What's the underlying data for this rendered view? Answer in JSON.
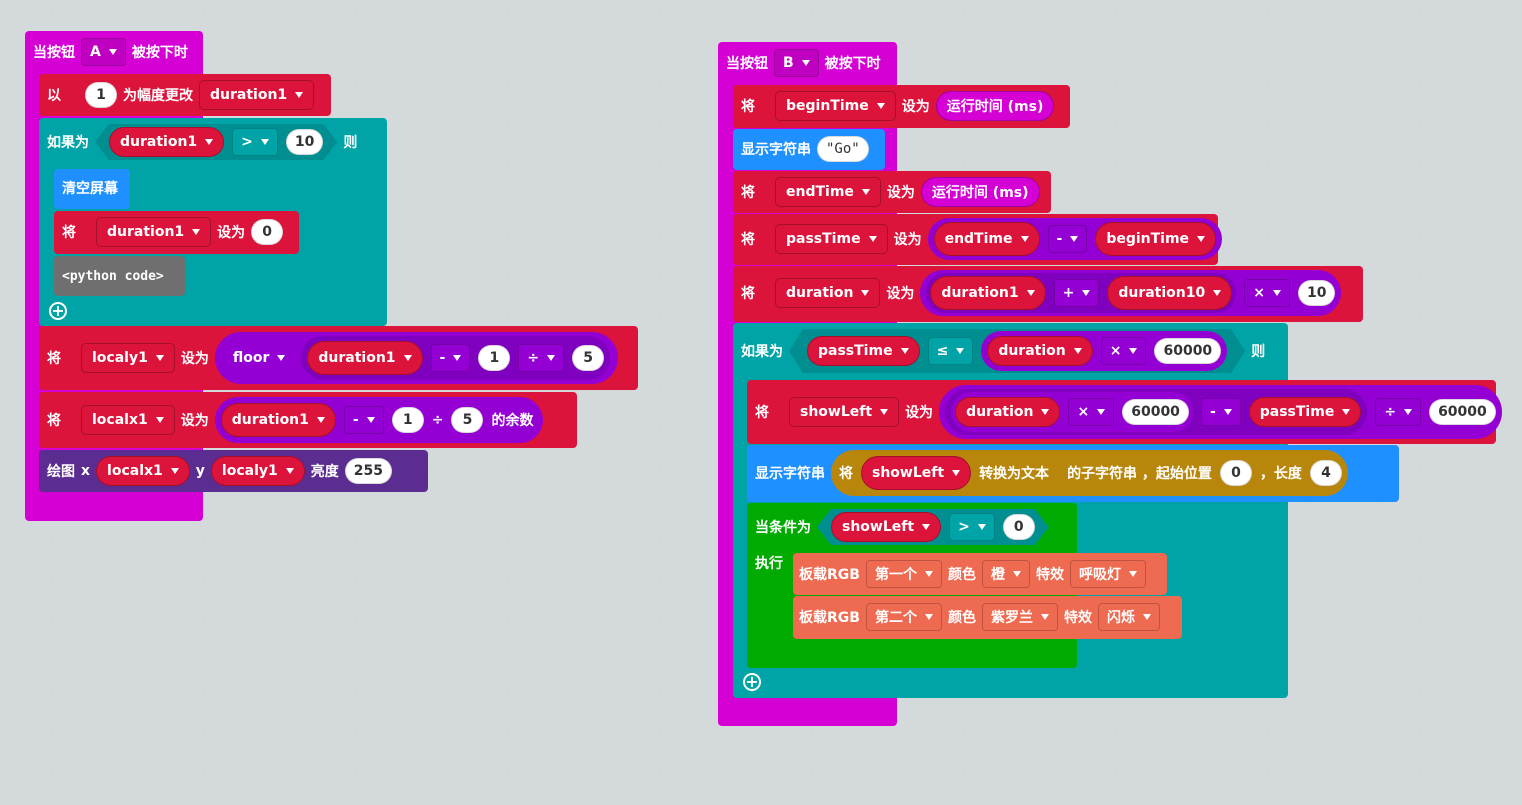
{
  "colors": {
    "event": "#d400d4",
    "variables": "#dc143c",
    "logic": "#00a4a6",
    "basic": "#1e90ff",
    "math": "#9400d3",
    "led": "#5c2d91",
    "advanced": "#6f6f6f",
    "text": "#b8860b",
    "loops": "#00aa00",
    "rgb": "#ee6a50"
  },
  "stack_a": {
    "hat_prefix": "当按钮",
    "button": "A",
    "hat_suffix": "被按下时",
    "change": {
      "kw": "以",
      "amount": "1",
      "mid": "为幅度更改",
      "var": "duration1"
    },
    "if": {
      "kw": "如果为",
      "var": "duration1",
      "op": ">",
      "value": "10",
      "then": "则",
      "clear": "清空屏幕",
      "set": {
        "kw": "将",
        "var": "duration1",
        "mid": "设为",
        "value": "0"
      },
      "python": "<python code>"
    },
    "set_y": {
      "kw": "将",
      "var": "localy1",
      "mid": "设为",
      "fn": "floor",
      "a": "duration1",
      "op1": "-",
      "b": "1",
      "op2": "÷",
      "c": "5"
    },
    "set_x": {
      "kw": "将",
      "var": "localx1",
      "mid": "设为",
      "a": "duration1",
      "op1": "-",
      "b": "1",
      "op2": "÷",
      "c": "5",
      "tail": "的余数"
    },
    "plot": {
      "kw": "绘图",
      "xk": "x",
      "x": "localx1",
      "yk": "y",
      "y": "localy1",
      "bk": "亮度",
      "b": "255"
    }
  },
  "stack_b": {
    "hat_prefix": "当按钮",
    "button": "B",
    "hat_suffix": "被按下时",
    "set_begin": {
      "kw": "将",
      "var": "beginTime",
      "mid": "设为",
      "value": "运行时间 (ms)"
    },
    "show_go": {
      "kw": "显示字符串",
      "value": "\"Go\""
    },
    "set_end": {
      "kw": "将",
      "var": "endTime",
      "mid": "设为",
      "value": "运行时间 (ms)"
    },
    "set_pass": {
      "kw": "将",
      "var": "passTime",
      "mid": "设为",
      "a": "endTime",
      "op": "-",
      "b": "beginTime"
    },
    "set_dur": {
      "kw": "将",
      "var": "duration",
      "mid": "设为",
      "a": "duration1",
      "op1": "+",
      "b": "duration10",
      "op2": "×",
      "c": "10"
    },
    "if": {
      "kw": "如果为",
      "a": "passTime",
      "op": "≤",
      "b": "duration",
      "op2": "×",
      "c": "60000",
      "then": "则",
      "set_left": {
        "kw": "将",
        "var": "showLeft",
        "mid": "设为",
        "a": "duration",
        "op1": "×",
        "b": "60000",
        "op2": "-",
        "c": "passTime",
        "op3": "÷",
        "d": "60000"
      },
      "show_sub": {
        "kw": "显示字符串",
        "inner_kw": "将",
        "var": "showLeft",
        "conv": "转换为文本",
        "sub": "的子字符串 ，起始位置",
        "start": "0",
        "len_kw": "，长度",
        "len": "4"
      },
      "while": {
        "kw": "当条件为",
        "var": "showLeft",
        "op": ">",
        "value": "0",
        "do": "执行",
        "rgb1": {
          "kw": "板载RGB",
          "which": "第一个",
          "ck": "颜色",
          "color": "橙",
          "ek": "特效",
          "effect": "呼吸灯"
        },
        "rgb2": {
          "kw": "板载RGB",
          "which": "第二个",
          "ck": "颜色",
          "color": "紫罗兰",
          "ek": "特效",
          "effect": "闪烁"
        }
      }
    }
  }
}
